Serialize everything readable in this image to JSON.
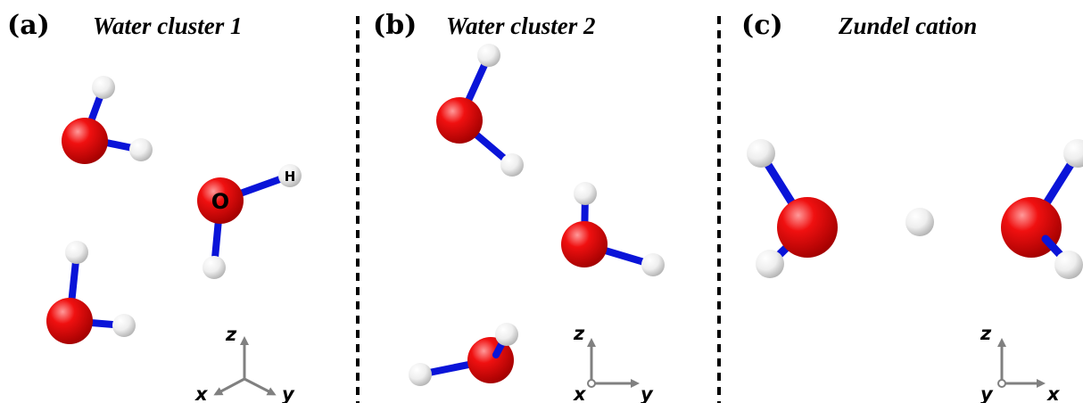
{
  "panels": [
    {
      "label": "(a)",
      "title": "Water cluster 1",
      "axes": {
        "up": "z",
        "left": "x",
        "right": "y"
      }
    },
    {
      "label": "(b)",
      "title": "Water cluster 2",
      "axes": {
        "up": "z",
        "origin": "x",
        "right": "y"
      }
    },
    {
      "label": "(c)",
      "title": "Zundel cation",
      "axes": {
        "up": "z",
        "origin": "y",
        "right": "x"
      }
    }
  ],
  "atom_labels": {
    "oxygen": "O",
    "hydrogen": "H"
  },
  "colors": {
    "oxygen": "#e00000",
    "hydrogen": "#f0f0f0",
    "bond": "#0a14d8",
    "axis": "#808080",
    "divider": "#000000"
  }
}
